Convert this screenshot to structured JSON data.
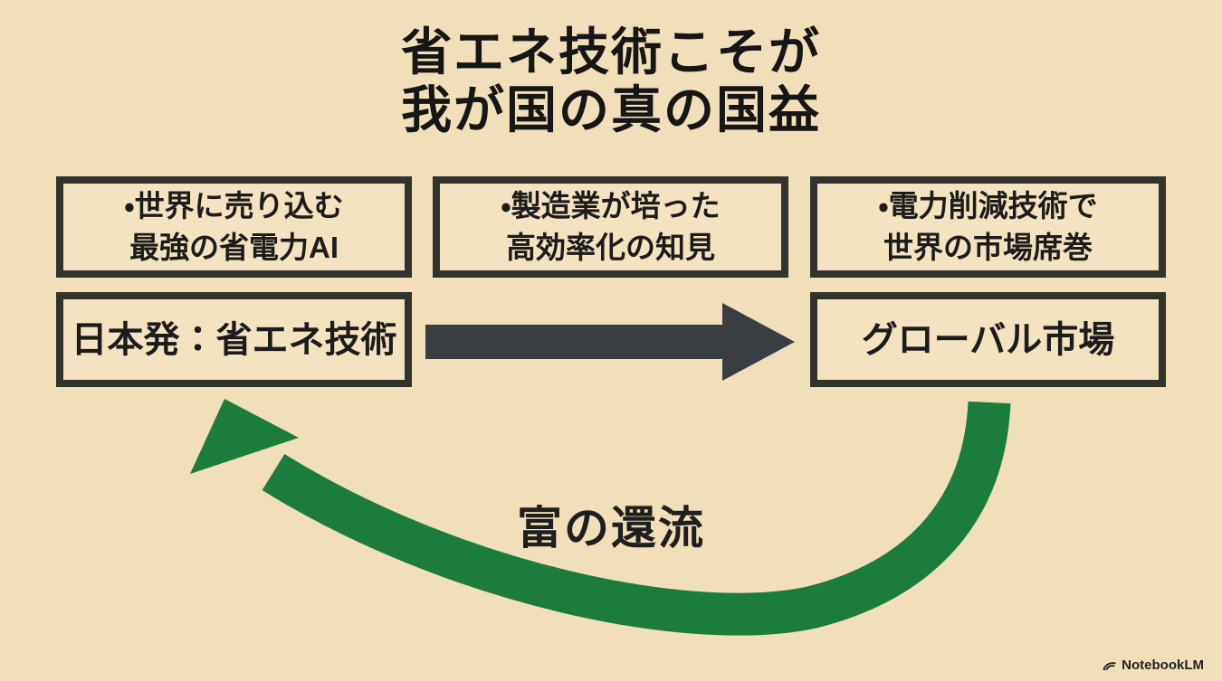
{
  "title": {
    "line1": "省エネ技術こそが",
    "line2": "我が国の真の国益"
  },
  "top_boxes": [
    {
      "line1": "・世界に売り込む",
      "line2": "最強の省電力AI"
    },
    {
      "line1": "・製造業が培った",
      "line2": "高効率化の知見"
    },
    {
      "line1": "・電力削減技術で",
      "line2": "世界の市場席巻"
    }
  ],
  "flow": {
    "source_label": "日本発：省エネ技術",
    "target_label": "グローバル市場",
    "return_label": "富の還流"
  },
  "watermark": {
    "label": "NotebookLM",
    "icon": "notebooklm-logo-icon"
  },
  "colors": {
    "background": "#f1dfba",
    "box_fill": "#f4e3c1",
    "box_border": "#32332c",
    "arrow_dark": "#3a3d42",
    "arrow_green": "#1b7c3d",
    "text_dark": "#161616"
  }
}
